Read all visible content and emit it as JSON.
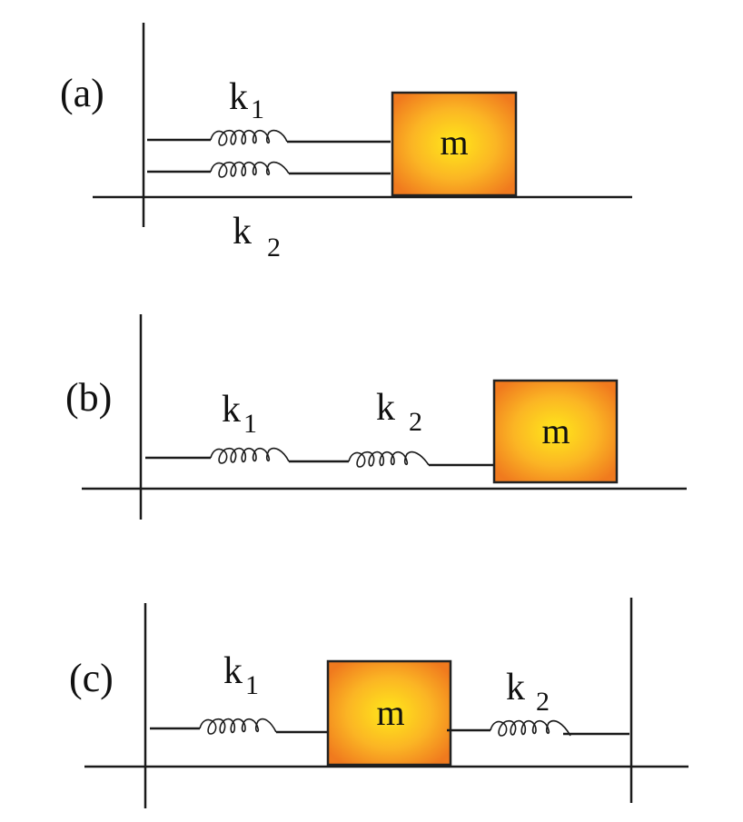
{
  "panels": {
    "a": {
      "label": "(a)",
      "spring1": {
        "k": "k",
        "sub": "1"
      },
      "spring2": {
        "k": "k",
        "sub": "2"
      },
      "mass": "m"
    },
    "b": {
      "label": "(b)",
      "spring1": {
        "k": "k",
        "sub": "1"
      },
      "spring2": {
        "k": "k",
        "sub": "2"
      },
      "mass": "m"
    },
    "c": {
      "label": "(c)",
      "spring1": {
        "k": "k",
        "sub": "1"
      },
      "spring2": {
        "k": "k",
        "sub": "2"
      },
      "mass": "m"
    }
  },
  "colors": {
    "mass_center": "#ffe81a",
    "mass_edge": "#f07a1e",
    "ink": "#1a1a1a"
  }
}
